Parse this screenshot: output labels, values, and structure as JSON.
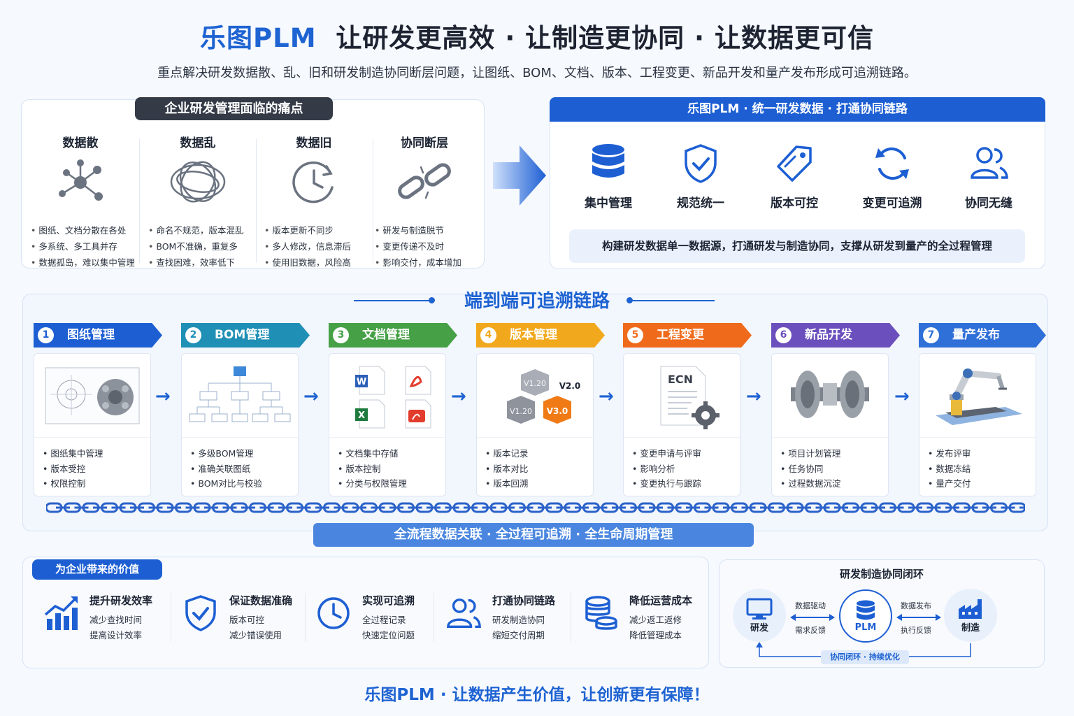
{
  "header": {
    "brand": "乐图PLM",
    "tagline": "让研发更高效 · 让制造更协同 · 让数据更可信",
    "subtitle": "重点解决研发数据散、乱、旧和研发制造协同断层问题，让图纸、BOM、文档、版本、工程变更、新品开发和量产发布形成可追溯链路。"
  },
  "pain": {
    "title": "企业研发管理面临的痛点",
    "items": [
      {
        "title": "数据散",
        "icon": "network-nodes-icon",
        "points": [
          "图纸、文档分散在各处",
          "多系统、多工具并存",
          "数据孤岛，难以集中管理"
        ]
      },
      {
        "title": "数据乱",
        "icon": "tangled-lines-icon",
        "points": [
          "命名不规范，版本混乱",
          "BOM不准确，重复多",
          "查找困难，效率低下"
        ]
      },
      {
        "title": "数据旧",
        "icon": "clock-icon",
        "points": [
          "版本更新不同步",
          "多人修改，信息滞后",
          "使用旧数据，风险高"
        ]
      },
      {
        "title": "协同断层",
        "icon": "broken-link-icon",
        "points": [
          "研发与制造脱节",
          "变更传递不及时",
          "影响交付，成本增加"
        ]
      }
    ]
  },
  "solution": {
    "title": "乐图PLM · 统一研发数据 · 打通协同链路",
    "features": [
      {
        "label": "集中管理",
        "icon": "database-icon"
      },
      {
        "label": "规范统一",
        "icon": "shield-check-icon"
      },
      {
        "label": "版本可控",
        "icon": "tag-icon"
      },
      {
        "label": "变更可追溯",
        "icon": "refresh-icon"
      },
      {
        "label": "协同无缝",
        "icon": "users-icon"
      }
    ],
    "note": "构建研发数据单一数据源，打通研发与制造协同，支撑从研发到量产的全过程管理"
  },
  "trace": {
    "title": "端到端可追溯链路",
    "steps": [
      {
        "num": "1",
        "title": "图纸管理",
        "color": "#1d5fd3",
        "points": [
          "图纸集中管理",
          "版本受控",
          "权限控制"
        ]
      },
      {
        "num": "2",
        "title": "BOM管理",
        "color": "#1f8fb5",
        "points": [
          "多级BOM管理",
          "准确关联图纸",
          "BOM对比与校验"
        ]
      },
      {
        "num": "3",
        "title": "文档管理",
        "color": "#46a046",
        "points": [
          "文档集中存储",
          "版本控制",
          "分类与权限管理"
        ]
      },
      {
        "num": "4",
        "title": "版本管理",
        "color": "#f2a81c",
        "points": [
          "版本记录",
          "版本对比",
          "版本回溯"
        ]
      },
      {
        "num": "5",
        "title": "工程变更",
        "color": "#ef6a1a",
        "points": [
          "变更申请与评审",
          "影响分析",
          "变更执行与跟踪"
        ]
      },
      {
        "num": "6",
        "title": "新品开发",
        "color": "#6b4fbd",
        "points": [
          "项目计划管理",
          "任务协同",
          "过程数据沉淀"
        ]
      },
      {
        "num": "7",
        "title": "量产发布",
        "color": "#2f6fd8",
        "points": [
          "发布评审",
          "数据冻结",
          "量产交付"
        ]
      }
    ],
    "version_labels": {
      "v1": "V1.20",
      "v2": "V2.0",
      "v3": "V3.0",
      "ecn": "ECN"
    },
    "flow_bar": "全流程数据关联 · 全过程可追溯 · 全生命周期管理"
  },
  "value": {
    "title": "为企业带来的价值",
    "items": [
      {
        "title": "提升研发效率",
        "icon": "growth-chart-icon",
        "points": [
          "减少查找时间",
          "提高设计效率"
        ]
      },
      {
        "title": "保证数据准确",
        "icon": "shield-check-icon",
        "points": [
          "版本可控",
          "减少错误使用"
        ]
      },
      {
        "title": "实现可追溯",
        "icon": "clock-icon",
        "points": [
          "全过程记录",
          "快速定位问题"
        ]
      },
      {
        "title": "打通协同链路",
        "icon": "users-icon",
        "points": [
          "研发制造协同",
          "缩短交付周期"
        ]
      },
      {
        "title": "降低运营成本",
        "icon": "coins-icon",
        "points": [
          "减少返工返修",
          "降低管理成本"
        ]
      }
    ]
  },
  "loop": {
    "title": "研发制造协同闭环",
    "rnd": "研发",
    "plm": "PLM",
    "mfg": "制造",
    "left_top": "数据驱动",
    "left_bottom": "需求反馈",
    "right_top": "数据发布",
    "right_bottom": "执行反馈",
    "tag": "协同闭环 · 持续优化"
  },
  "footer": "乐图PLM · 让数据产生价值，让创新更有保障！"
}
